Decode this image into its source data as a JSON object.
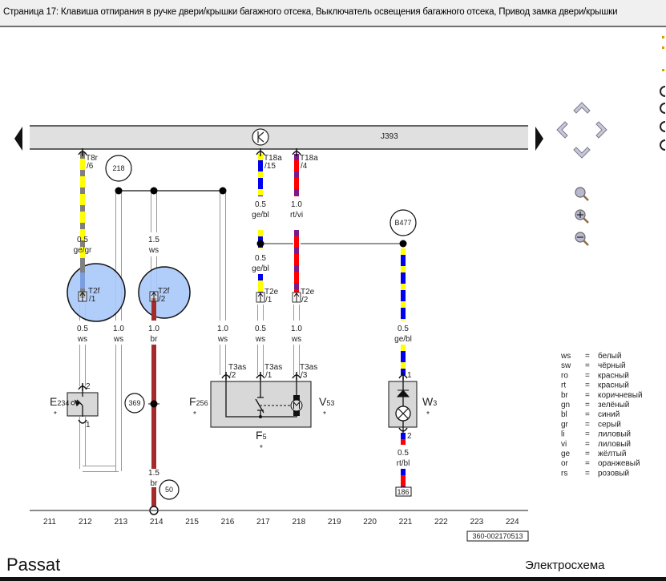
{
  "title": "Страница 17: Клавиша отпирания в ручке двери/крышки багажного отсека, Выключатель освещения багажного отсека, Привод замка двери/крышки",
  "control_unit": "J393",
  "connectors": {
    "t8r": [
      "T8r",
      "/6"
    ],
    "t18a_15": [
      "T18a",
      "/15"
    ],
    "t18a_4": [
      "T18a",
      "/4"
    ],
    "t2f_1": [
      "T2f",
      "/1"
    ],
    "t2f_2": [
      "T2f",
      "/2"
    ],
    "t2e_1": [
      "T2e",
      "/1"
    ],
    "t2e_2": [
      "T2e",
      "/2"
    ],
    "t3as_2": [
      "T3as",
      "/2"
    ],
    "t3as_1": [
      "T3as",
      "/1"
    ],
    "t3as_3": [
      "T3as",
      "/3"
    ],
    "e234_pin2": "2",
    "e234_pin1": "1",
    "w3_pin1": "1",
    "w3_pin2": "2"
  },
  "wire_labels": [
    {
      "size": "0.5",
      "color": "ge/gr"
    },
    {
      "size": "1.5",
      "color": "ws"
    },
    {
      "size": "0.5",
      "color": "ge/bl"
    },
    {
      "size": "1.0",
      "color": "rt/vi"
    },
    {
      "size": "0.5",
      "color": "ge/bl"
    },
    {
      "size": "0.5",
      "color": "ws"
    },
    {
      "size": "1.0",
      "color": "ws"
    },
    {
      "size": "1.0",
      "color": "br"
    },
    {
      "size": "1.0",
      "color": "ws"
    },
    {
      "size": "0.5",
      "color": "ws"
    },
    {
      "size": "1.0",
      "color": "ws"
    },
    {
      "size": "0.5",
      "color": "ge/bl"
    },
    {
      "size": "1.5",
      "color": "br"
    },
    {
      "size": "0.5",
      "color": "rt/bl"
    }
  ],
  "references": {
    "r218": "218",
    "r369": "369",
    "r50": "50",
    "b477": "B477",
    "r186": "186"
  },
  "components": {
    "e234": {
      "letter": "E",
      "num": "234"
    },
    "f256": {
      "letter": "F",
      "num": "256"
    },
    "v53": {
      "letter": "V",
      "num": "53"
    },
    "f5": {
      "letter": "F",
      "num": "5"
    },
    "w3": {
      "letter": "W",
      "num": "3"
    },
    "star": "*"
  },
  "grid_numbers": [
    "211",
    "212",
    "213",
    "214",
    "215",
    "216",
    "217",
    "218",
    "219",
    "220",
    "221",
    "222",
    "223",
    "224"
  ],
  "drawing_number": "360-002170513",
  "legend": [
    {
      "code": "ws",
      "eq": "=",
      "name": "белый"
    },
    {
      "code": "sw",
      "eq": "=",
      "name": "чёрный"
    },
    {
      "code": "ro",
      "eq": "=",
      "name": "красный"
    },
    {
      "code": "rt",
      "eq": "=",
      "name": "красный"
    },
    {
      "code": "br",
      "eq": "=",
      "name": "коричневый"
    },
    {
      "code": "gn",
      "eq": "=",
      "name": "зелёный"
    },
    {
      "code": "bl",
      "eq": "=",
      "name": "синий"
    },
    {
      "code": "gr",
      "eq": "=",
      "name": "серый"
    },
    {
      "code": "li",
      "eq": "=",
      "name": "лиловый"
    },
    {
      "code": "vi",
      "eq": "=",
      "name": "лиловый"
    },
    {
      "code": "ge",
      "eq": "=",
      "name": "жёлтый"
    },
    {
      "code": "or",
      "eq": "=",
      "name": "оранжевый"
    },
    {
      "code": "rs",
      "eq": "=",
      "name": "розовый"
    }
  ],
  "nav": {
    "up": "arrow-up-icon",
    "down": "arrow-down-icon",
    "left": "arrow-left-icon",
    "right": "arrow-right-icon",
    "zoom": "zoom-icon",
    "zoom_in": "zoom-in-icon",
    "zoom_out": "zoom-out-icon"
  },
  "footer": {
    "model": "Passat",
    "type": "Электросхема"
  },
  "colors": {
    "ge": "#ffff00",
    "bl": "#0000ee",
    "gr": "#808080",
    "rt": "#ff0000",
    "vi": "#7b1a8a",
    "br": "#a52a2a",
    "ws": "#ffffff",
    "highlight_circle": "#a8c8f8",
    "unit_bar": "#e0e0e0"
  }
}
